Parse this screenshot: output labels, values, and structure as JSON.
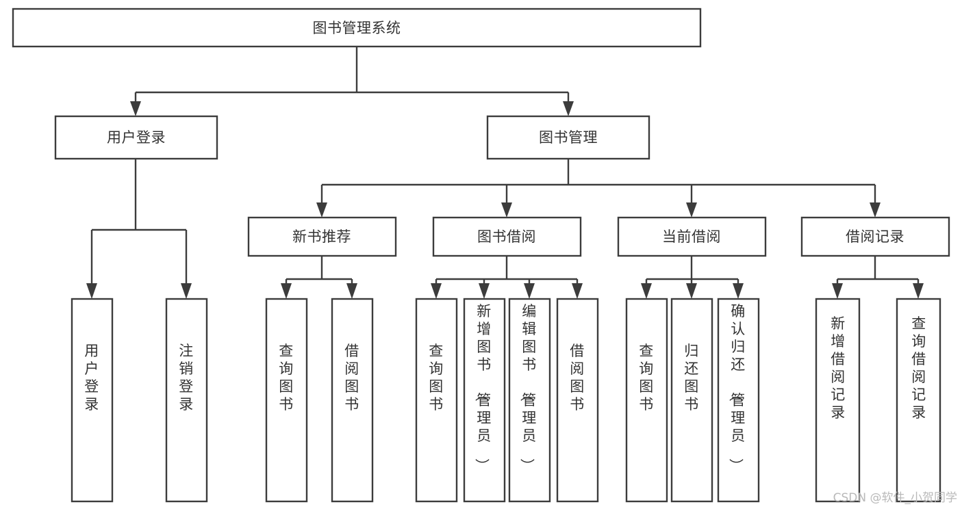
{
  "diagram": {
    "title": "图书管理系统",
    "type": "tree-hierarchy",
    "watermark": "CSDN @软件_小贺同学",
    "root": {
      "id": "root",
      "label": "图书管理系统"
    },
    "level1": [
      {
        "id": "user-login",
        "label": "用户登录"
      },
      {
        "id": "book-manage",
        "label": "图书管理"
      }
    ],
    "level2": [
      {
        "id": "new-book-rec",
        "label": "新书推荐",
        "parent": "book-manage"
      },
      {
        "id": "book-borrow",
        "label": "图书借阅",
        "parent": "book-manage"
      },
      {
        "id": "current-borrow",
        "label": "当前借阅",
        "parent": "book-manage"
      },
      {
        "id": "borrow-record",
        "label": "借阅记录",
        "parent": "book-manage"
      }
    ],
    "leaves": [
      {
        "id": "leaf-user-login",
        "label": "用户登录",
        "parent": "user-login"
      },
      {
        "id": "leaf-user-logout",
        "label": "注销登录",
        "parent": "user-login"
      },
      {
        "id": "leaf-query-book-1",
        "label": "查询图书",
        "parent": "new-book-rec"
      },
      {
        "id": "leaf-borrow-book-1",
        "label": "借阅图书",
        "parent": "new-book-rec"
      },
      {
        "id": "leaf-query-book-2",
        "label": "查询图书",
        "parent": "book-borrow"
      },
      {
        "id": "leaf-add-book",
        "label": "新增图书（管理员）",
        "parent": "book-borrow"
      },
      {
        "id": "leaf-edit-book",
        "label": "编辑图书（管理员）",
        "parent": "book-borrow"
      },
      {
        "id": "leaf-borrow-book-2",
        "label": "借阅图书",
        "parent": "book-borrow"
      },
      {
        "id": "leaf-query-book-3",
        "label": "查询图书",
        "parent": "current-borrow"
      },
      {
        "id": "leaf-return-book",
        "label": "归还图书",
        "parent": "current-borrow"
      },
      {
        "id": "leaf-confirm-return",
        "label": "确认归还（管理员）",
        "parent": "current-borrow"
      },
      {
        "id": "leaf-add-record",
        "label": "新增借阅记录",
        "parent": "borrow-record"
      },
      {
        "id": "leaf-query-record",
        "label": "查询借阅记录",
        "parent": "borrow-record"
      }
    ],
    "colors": {
      "box_stroke": "#3c3c3c",
      "box_fill": "#ffffff",
      "text": "#333333",
      "background": "#ffffff",
      "watermark": "#b9b9b9"
    }
  }
}
